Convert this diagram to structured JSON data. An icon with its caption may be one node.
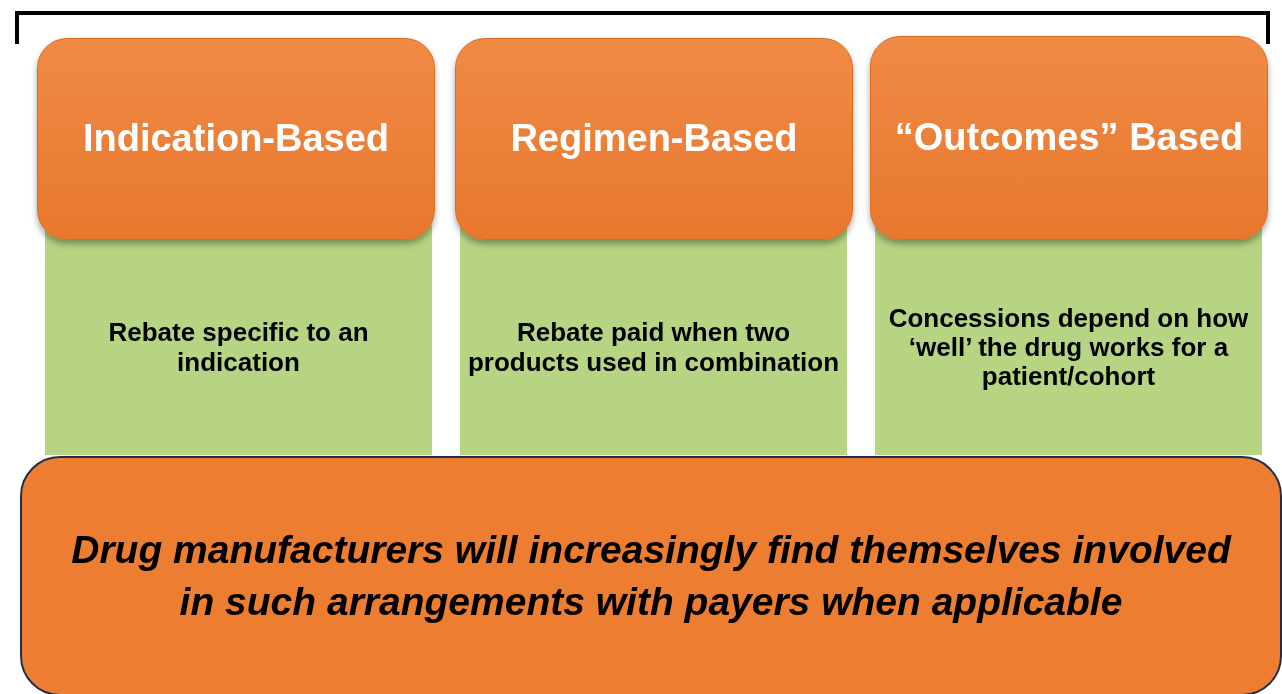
{
  "diagram": {
    "nodes": [
      {
        "text": [
          "Indication-Based"
        ]
      },
      {
        "text": [
          "Rebate specific to an indication"
        ]
      },
      {
        "text": [
          "Regimen-Based"
        ]
      },
      {
        "text": [
          "Rebate paid when two products used in combination"
        ]
      },
      {
        "text": [
          "“Outcomes” Based"
        ]
      },
      {
        "text": [
          "Concessions depend on how ‘well’ the drug works for a patient/cohort"
        ]
      },
      {
        "text": [
          "Drug manufacturers will increasingly find themselves involved in such arrangements with payers when applicable"
        ]
      }
    ]
  }
}
